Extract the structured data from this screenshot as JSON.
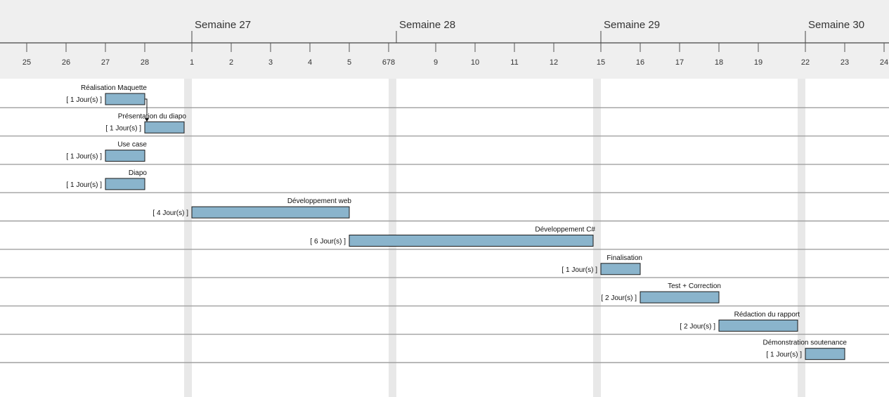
{
  "chart_data": {
    "type": "gantt",
    "weeks": [
      "Semaine 27",
      "Semaine 28",
      "Semaine 29",
      "Semaine 30"
    ],
    "day_ticks": [
      "25",
      "26",
      "27",
      "28",
      "1",
      "2",
      "3",
      "4",
      "5",
      "678",
      "9",
      "10",
      "11",
      "12",
      "15",
      "16",
      "17",
      "18",
      "19",
      "22",
      "23",
      "24"
    ],
    "tasks": [
      {
        "name": "Réalisation Maquette",
        "duration_label": "[ 1 Jour(s) ]",
        "start": 1,
        "end": 2
      },
      {
        "name": "Présentation du diapo",
        "duration_label": "[ 1 Jour(s) ]",
        "start": 2,
        "end": 3
      },
      {
        "name": "Use case",
        "duration_label": "[ 1 Jour(s) ]",
        "start": 1,
        "end": 2
      },
      {
        "name": "Diapo",
        "duration_label": "[ 1 Jour(s) ]",
        "start": 1,
        "end": 2
      },
      {
        "name": "Développement web",
        "duration_label": "[ 4 Jour(s) ]",
        "start": 3,
        "end": 7
      },
      {
        "name": "Développement C#",
        "duration_label": "[ 6 Jour(s) ]",
        "start": 7,
        "end": 13
      },
      {
        "name": "Finalisation",
        "duration_label": "[ 1 Jour(s) ]",
        "start": 13,
        "end": 14
      },
      {
        "name": "Test + Correction",
        "duration_label": "[ 2 Jour(s) ]",
        "start": 14,
        "end": 16
      },
      {
        "name": "Rédaction du rapport",
        "duration_label": "[ 2 Jour(s) ]",
        "start": 16,
        "end": 18
      },
      {
        "name": "Démonstration soutenance",
        "duration_label": "[ 1 Jour(s) ]",
        "start": 18,
        "end": 19
      }
    ],
    "dependencies": [
      {
        "from": 0,
        "to": 1
      }
    ],
    "colors": {
      "bar": "#8ab4cc",
      "bar_border": "#1a1a1a",
      "header_bg": "#efefef",
      "weekend_band": "#e8e8e8",
      "row_line": "#a0a0a0"
    }
  }
}
